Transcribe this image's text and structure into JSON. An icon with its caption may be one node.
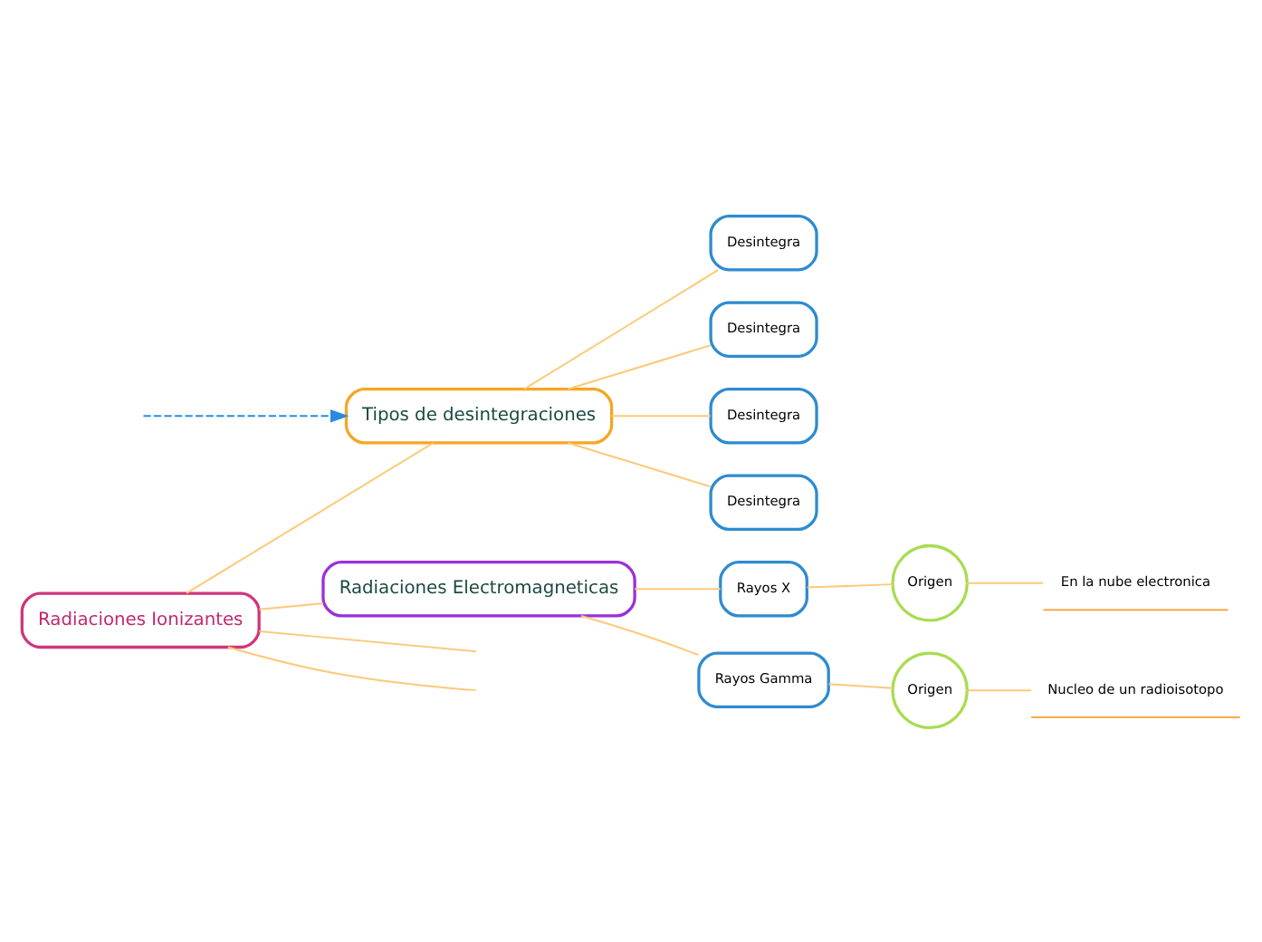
{
  "diagram": {
    "nodes": [
      {
        "text": [
          "Radiaciones Electromagneticas"
        ]
      },
      {
        "text": [
          "Rayos X"
        ]
      },
      {
        "text": [
          "Rayos Gamma"
        ]
      },
      {
        "text": [
          "Origen"
        ]
      },
      {
        "text": [
          "Origen"
        ]
      },
      {
        "text": [
          "En la nube electronica"
        ]
      },
      {
        "text": [
          "Nucleo de un radioisotopo"
        ]
      },
      {
        "text": [
          "Radiaciones Ionizantes"
        ]
      },
      {
        "text": [
          "Tipos de desintegraciones"
        ]
      },
      {
        "text": [
          "Desintegra"
        ]
      },
      {
        "text": [
          "Desintegra"
        ]
      },
      {
        "text": [
          "Desintegra"
        ]
      },
      {
        "text": [
          "Desintegra"
        ]
      }
    ],
    "edges": [
      {
        "from": 7,
        "to": 0,
        "arrow": "none"
      },
      {
        "from": 0,
        "to": 1,
        "arrow": "none"
      },
      {
        "from": 0,
        "to": 2,
        "arrow": "none"
      },
      {
        "from": 1,
        "to": 3,
        "arrow": "none"
      },
      {
        "from": 2,
        "to": 4,
        "arrow": "none"
      },
      {
        "from": 3,
        "to": 5,
        "arrow": "none"
      },
      {
        "from": 4,
        "to": 6,
        "arrow": "none"
      },
      {
        "from": 7,
        "to": null,
        "arrow": "none"
      },
      {
        "from": 7,
        "to": null,
        "arrow": "none"
      },
      {
        "from": 7,
        "to": 8,
        "arrow": "none"
      },
      {
        "from": null,
        "to": 8,
        "arrow": "to",
        "style": "dashed",
        "color": "#2b8ae0"
      },
      {
        "from": 8,
        "to": 9,
        "arrow": "none"
      },
      {
        "from": 8,
        "to": 10,
        "arrow": "none"
      },
      {
        "from": 8,
        "to": 11,
        "arrow": "none"
      },
      {
        "from": 8,
        "to": 12,
        "arrow": "none"
      }
    ]
  }
}
